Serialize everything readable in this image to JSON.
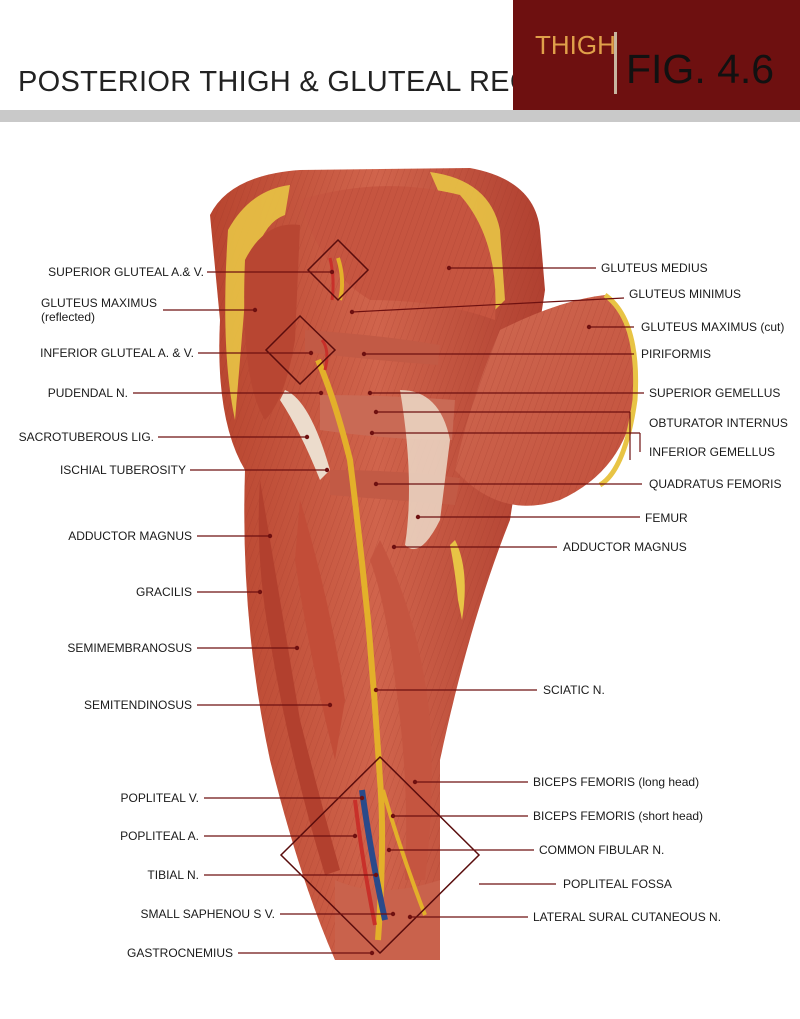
{
  "header": {
    "title": "POSTERIOR THIGH & GLUTEAL REGION",
    "section": "THIGH",
    "figure": "FIG. 4.6"
  },
  "colors": {
    "badge": "#6e1010",
    "section_text": "#e0a04a",
    "leader_line": "#6e1010",
    "muscle": "#c8513f",
    "fat": "#e8c445",
    "nerve": "#e3b02a",
    "vein": "#2a4a8a"
  },
  "labels_left": [
    {
      "id": "superior-gluteal",
      "text": "SUPERIOR GLUTEAL A.& V."
    },
    {
      "id": "gluteus-maximus-reflected",
      "text": "GLUTEUS MAXIMUS",
      "sub": "(reflected)"
    },
    {
      "id": "inferior-gluteal",
      "text": "INFERIOR GLUTEAL A. & V."
    },
    {
      "id": "pudendal",
      "text": "PUDENDAL N."
    },
    {
      "id": "sacrotuberous",
      "text": "SACROTUBEROUS LIG."
    },
    {
      "id": "ischial-tuberosity",
      "text": "ISCHIAL TUBEROSITY"
    },
    {
      "id": "adductor-magnus-left",
      "text": "ADDUCTOR MAGNUS"
    },
    {
      "id": "gracilis",
      "text": "GRACILIS"
    },
    {
      "id": "semimembranosus",
      "text": "SEMIMEMBRANOSUS"
    },
    {
      "id": "semitendinosus",
      "text": "SEMITENDINOSUS"
    },
    {
      "id": "popliteal-v",
      "text": "POPLITEAL V."
    },
    {
      "id": "popliteal-a",
      "text": "POPLITEAL A."
    },
    {
      "id": "tibial-n",
      "text": "TIBIAL N."
    },
    {
      "id": "small-saphenous",
      "text": "SMALL SAPHENOU S V."
    },
    {
      "id": "gastrocnemius",
      "text": "GASTROCNEMIUS"
    }
  ],
  "labels_right": [
    {
      "id": "gluteus-medius",
      "text": "GLUTEUS MEDIUS"
    },
    {
      "id": "gluteus-minimus",
      "text": "GLUTEUS MINIMUS"
    },
    {
      "id": "gluteus-maximus-cut",
      "text": "GLUTEUS MAXIMUS (cut)"
    },
    {
      "id": "piriformis",
      "text": "PIRIFORMIS"
    },
    {
      "id": "superior-gemellus",
      "text": "SUPERIOR GEMELLUS"
    },
    {
      "id": "obturator-internus",
      "text": "OBTURATOR INTERNUS"
    },
    {
      "id": "inferior-gemellus",
      "text": "INFERIOR GEMELLUS"
    },
    {
      "id": "quadratus-femoris",
      "text": "QUADRATUS FEMORIS"
    },
    {
      "id": "femur",
      "text": "FEMUR"
    },
    {
      "id": "adductor-magnus-right",
      "text": "ADDUCTOR MAGNUS"
    },
    {
      "id": "sciatic",
      "text": "SCIATIC N."
    },
    {
      "id": "biceps-long",
      "text": "BICEPS FEMORIS (long head)"
    },
    {
      "id": "biceps-short",
      "text": "BICEPS FEMORIS (short head)"
    },
    {
      "id": "common-fibular",
      "text": "COMMON FIBULAR N."
    },
    {
      "id": "popliteal-fossa",
      "text": "POPLITEAL FOSSA"
    },
    {
      "id": "lateral-sural",
      "text": "LATERAL SURAL CUTANEOUS N."
    }
  ]
}
